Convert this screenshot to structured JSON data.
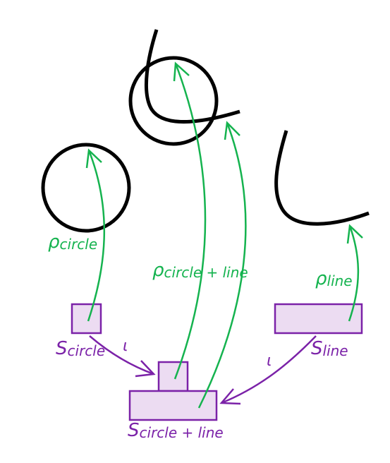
{
  "colors": {
    "shape": "#000000",
    "rho": "#15b34f",
    "iota": "#7b22a8",
    "box_fill": "#ecdcf2",
    "box_stroke": "#7b22a8"
  },
  "labels": {
    "rho_circle": {
      "main": "ρ",
      "sub": "circle"
    },
    "rho_circle_line": {
      "main": "ρ",
      "sub": "circle + line"
    },
    "rho_line": {
      "main": "ρ",
      "sub": "line"
    },
    "s_circle": {
      "main": "S",
      "sub": "circle"
    },
    "s_line": {
      "main": "S",
      "sub": "line"
    },
    "s_circle_line": {
      "main": "S",
      "sub": "circle + line"
    },
    "iota_left": "ι",
    "iota_right": "ι"
  }
}
